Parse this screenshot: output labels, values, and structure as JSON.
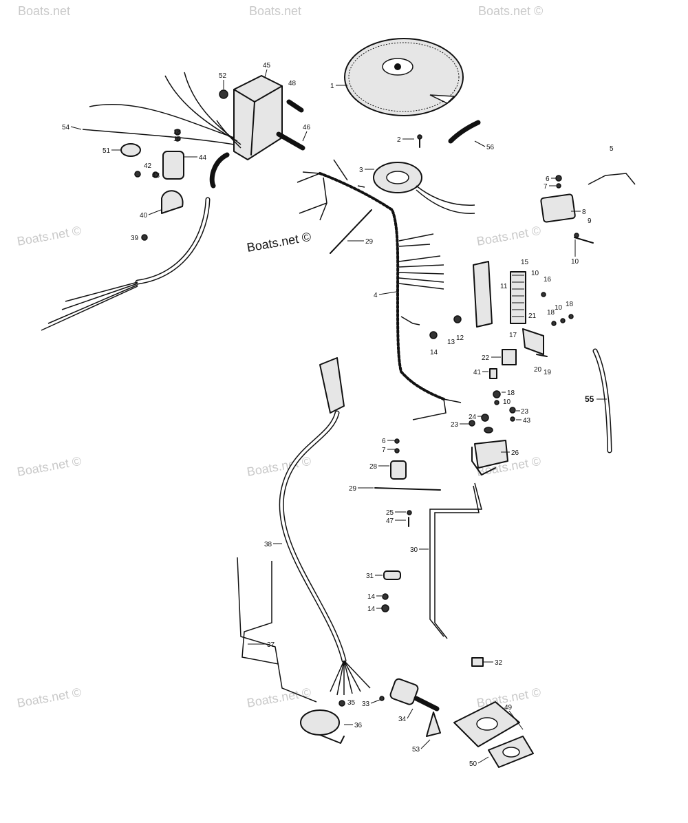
{
  "brand_label": "Boats.net ©",
  "watermarks": [
    "Boats.net",
    "Boats.net",
    "Boats.net ©",
    "Boats.net ©",
    "Boats.net ©",
    "Boats.net ©",
    "Boats.net ©",
    "Boats.net ©",
    "Boats.net ©",
    "Boats.net ©",
    "Boats.net ©",
    "Boats.net ©"
  ],
  "callouts": {
    "c1": "1",
    "c2": "2",
    "c3": "3",
    "c4": "4",
    "c5": "5",
    "c6a": "6",
    "c7a": "7",
    "c8": "8",
    "c9": "9",
    "c10a": "10",
    "c10b": "10",
    "c10c": "10",
    "c10d": "10",
    "c10e": "10",
    "c11": "11",
    "c12": "12",
    "c13": "13",
    "c14a": "14",
    "c14b": "14",
    "c14c": "14",
    "c15": "15",
    "c16": "16",
    "c17": "17",
    "c18a": "18",
    "c18b": "18",
    "c18c": "18",
    "c18d": "18",
    "c19": "19",
    "c20": "20",
    "c21": "21",
    "c22": "22",
    "c23a": "23",
    "c23b": "23",
    "c24": "24",
    "c25": "25",
    "c26": "26",
    "c28": "28",
    "c29a": "29",
    "c29b": "29",
    "c30": "30",
    "c31": "31",
    "c32": "32",
    "c33": "33",
    "c34": "34",
    "c35": "35",
    "c36": "36",
    "c37": "37",
    "c38": "38",
    "c39": "39",
    "c40": "40",
    "c41": "41",
    "c42": "42",
    "c43a": "43",
    "c43b": "43",
    "c44": "44",
    "c45": "45",
    "c46": "46",
    "c47": "47",
    "c48": "48",
    "c49": "49",
    "c50": "50",
    "c51": "51",
    "c52": "52",
    "c53": "53",
    "c54": "54",
    "c55": "55",
    "c56": "56",
    "c6b": "6",
    "c7b": "7"
  }
}
